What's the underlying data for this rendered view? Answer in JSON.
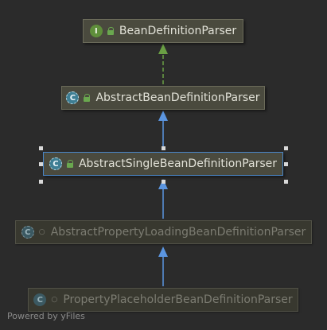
{
  "diagram": {
    "nodes": [
      {
        "id": "n1",
        "kind": "interface",
        "badge_letter": "I",
        "visibility": "public",
        "label": "BeanDefinitionParser"
      },
      {
        "id": "n2",
        "kind": "abstract-class",
        "badge_letter": "C",
        "visibility": "public",
        "label": "AbstractBeanDefinitionParser"
      },
      {
        "id": "n3",
        "kind": "abstract-class",
        "badge_letter": "C",
        "visibility": "public",
        "label": "AbstractSingleBeanDefinitionParser",
        "selected": true
      },
      {
        "id": "n4",
        "kind": "abstract-class",
        "badge_letter": "C",
        "visibility": "package",
        "label": "AbstractPropertyLoadingBeanDefinitionParser",
        "faded": true
      },
      {
        "id": "n5",
        "kind": "class",
        "badge_letter": "C",
        "visibility": "package",
        "label": "PropertyPlaceholderBeanDefinitionParser",
        "faded": true
      }
    ],
    "edges": [
      {
        "from": "n2",
        "to": "n1",
        "type": "implements",
        "color": "#6a9f44"
      },
      {
        "from": "n3",
        "to": "n2",
        "type": "extends",
        "color": "#5b95e0"
      },
      {
        "from": "n4",
        "to": "n3",
        "type": "extends",
        "color": "#5b95e0"
      },
      {
        "from": "n5",
        "to": "n4",
        "type": "extends",
        "color": "#5b95e0"
      }
    ]
  },
  "watermark": "Powered by yFiles",
  "colors": {
    "background": "#2b2b2b",
    "node_fill": "#4a4a3e",
    "selection": "#4a86c8"
  }
}
